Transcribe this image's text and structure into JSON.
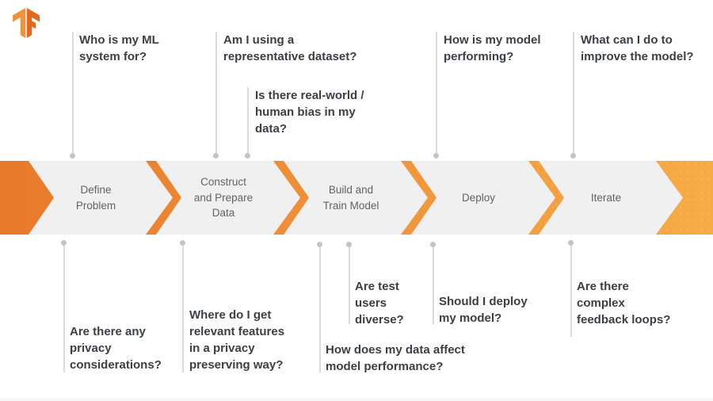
{
  "logo": {
    "name": "TensorFlow logo"
  },
  "colors": {
    "banner_left": "#e7792b",
    "banner_right": "#f6ac45",
    "chevron_fill": "#f0f0f0",
    "stage_text": "#5f6368",
    "question_text": "#3b4045",
    "line": "#d9dbdd",
    "dot": "#c1c4c8",
    "logo_light": "#f0923b",
    "logo_dark": "#e26a1f"
  },
  "stages": [
    {
      "label": "Define\nProblem"
    },
    {
      "label": "Construct\nand Prepare\nData"
    },
    {
      "label": "Build and\nTrain Model"
    },
    {
      "label": "Deploy"
    },
    {
      "label": "Iterate"
    }
  ],
  "questions_above": [
    {
      "text": "Who is my ML\nsystem for?"
    },
    {
      "text": "Am I using a\nrepresentative dataset?"
    },
    {
      "text": "Is there real-world /\nhuman bias in my\ndata?"
    },
    {
      "text": "How is my model\nperforming?"
    },
    {
      "text": "What can I do to\nimprove the model?"
    }
  ],
  "questions_below": [
    {
      "text": "Are there any\nprivacy\nconsiderations?"
    },
    {
      "text": "Where do I get\nrelevant features\nin a privacy\npreserving way?"
    },
    {
      "text": "How does my data affect\nmodel performance?"
    },
    {
      "text": "Are test\nusers\ndiverse?"
    },
    {
      "text": "Should I deploy\nmy model?"
    },
    {
      "text": "Are there\ncomplex\nfeedback loops?"
    }
  ]
}
